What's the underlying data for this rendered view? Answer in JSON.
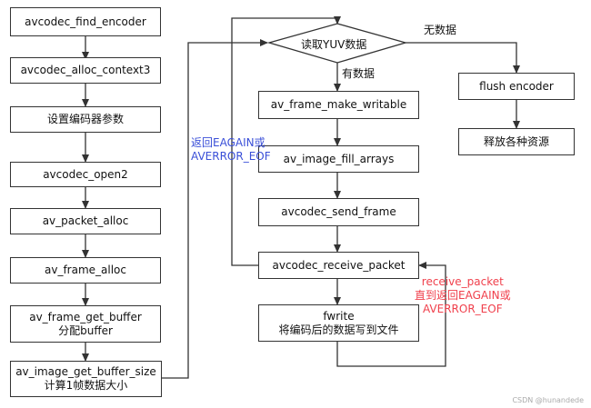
{
  "left_column": [
    {
      "id": "find_encoder",
      "lines": [
        "avcodec_find_encoder"
      ]
    },
    {
      "id": "alloc_context3",
      "lines": [
        "avcodec_alloc_context3"
      ]
    },
    {
      "id": "set_params",
      "lines": [
        "设置编码器参数"
      ]
    },
    {
      "id": "open2",
      "lines": [
        "avcodec_open2"
      ]
    },
    {
      "id": "packet_alloc",
      "lines": [
        "av_packet_alloc"
      ]
    },
    {
      "id": "frame_alloc",
      "lines": [
        "av_frame_alloc"
      ]
    },
    {
      "id": "get_buffer",
      "lines": [
        "av_frame_get_buffer",
        "分配buffer"
      ]
    },
    {
      "id": "buffer_size",
      "lines": [
        "av_image_get_buffer_size",
        "计算1帧数据大小"
      ]
    }
  ],
  "middle_column": {
    "decision": "读取YUV数据",
    "make_writable": "av_frame_make_writable",
    "fill_arrays": "av_image_fill_arrays",
    "send_frame": "avcodec_send_frame",
    "receive_packet": "avcodec_receive_packet",
    "fwrite": [
      "fwrite",
      "将编码后的数据写到文件"
    ]
  },
  "right_column": {
    "flush": "flush encoder",
    "release": "释放各种资源"
  },
  "labels": {
    "no_data": "无数据",
    "has_data": "有数据",
    "eagain": [
      "返回EAGAIN或",
      "AVERROR_EOF"
    ],
    "loop": [
      "receive_packet",
      "直到返回EAGAIN或",
      "AVERROR_EOF"
    ]
  },
  "watermark": "CSDN @hunandede",
  "colors": {
    "line": "#333333",
    "blue_label": "#3a4fd8",
    "red_label": "#f0404c"
  }
}
